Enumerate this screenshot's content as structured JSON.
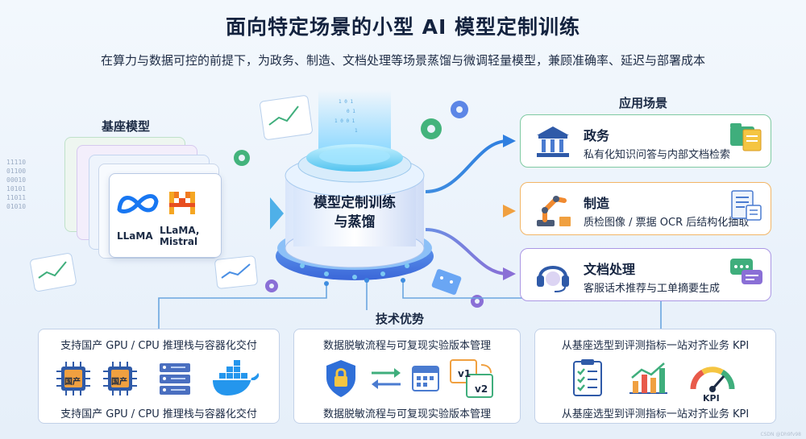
{
  "title": "面向特定场景的小型 AI 模型定制训练",
  "subtitle": "在算力与数据可控的前提下，为政务、制造、文档处理等场景蒸馏与微调轻量模型，兼顾准确率、延迟与部署成本",
  "base_models": {
    "label": "基座模型",
    "models": [
      "LLaMA",
      "LLaMA,\nMistral"
    ],
    "binary": [
      "11110",
      "01100",
      "00010",
      "10101",
      "11011",
      "01010"
    ]
  },
  "center": {
    "label": "模型定制训练与蒸馏"
  },
  "applications": {
    "label": "应用场景",
    "items": [
      {
        "title": "政务",
        "desc": "私有化知识问答与内部文档检索",
        "color": "#3fae7c"
      },
      {
        "title": "制造",
        "desc": "质检图像 / 票据 OCR 后结构化抽取",
        "color": "#f0a040"
      },
      {
        "title": "文档处理",
        "desc": "客服话术推荐与工单摘要生成",
        "color": "#8a6fd6"
      }
    ]
  },
  "tech": {
    "label": "技术优势",
    "panels": [
      {
        "top": "支持国产 GPU / CPU 推理栈与容器化交付",
        "bottom": "支持国产 GPU / CPU 推理栈与容器化交付",
        "chips": [
          "国产",
          "国产"
        ]
      },
      {
        "top": "数据脱敏流程与可复现实验版本管理",
        "bottom": "数据脱敏流程与可复现实验版本管理",
        "versions": [
          "v1",
          "v2"
        ]
      },
      {
        "top": "从基座选型到评测指标一站对齐业务 KPI",
        "bottom": "从基座选型到评测指标一站对齐业务 KPI",
        "gauge": "KPI"
      }
    ]
  },
  "watermark": "CSDN @Dh9fv98"
}
